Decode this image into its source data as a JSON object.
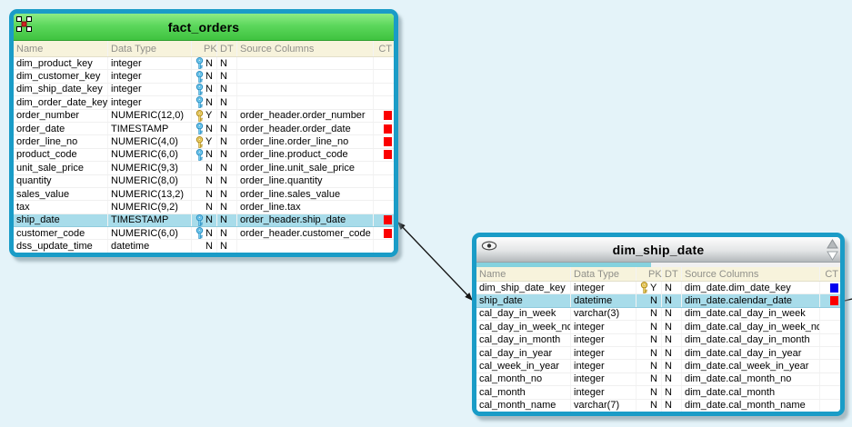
{
  "colors": {
    "canvas_bg": "#e4f3f9",
    "table_border": "#1a9cc7",
    "fact_header_green": "#55d455",
    "dim_header_gray": "#c0c5c8",
    "column_header_bg": "#f7f3dc",
    "highlight_row": "#a8dcea",
    "ct_red": "#fb0000",
    "ct_blue": "#0000f0",
    "connector": "#161616"
  },
  "tables": [
    {
      "title": "fact_orders",
      "kind_icon": "star-schema-icon",
      "column_headers": [
        "Name",
        "Data Type",
        "PK",
        "DT",
        "Source Columns",
        "CT"
      ],
      "rows": [
        {
          "name": "dim_product_key",
          "data_type": "integer",
          "key": "blue",
          "pk": "N",
          "dt": "N",
          "source": "",
          "ct": "",
          "highlighted": false
        },
        {
          "name": "dim_customer_key",
          "data_type": "integer",
          "key": "blue",
          "pk": "N",
          "dt": "N",
          "source": "",
          "ct": "",
          "highlighted": false
        },
        {
          "name": "dim_ship_date_key",
          "data_type": "integer",
          "key": "blue",
          "pk": "N",
          "dt": "N",
          "source": "",
          "ct": "",
          "highlighted": false
        },
        {
          "name": "dim_order_date_key",
          "data_type": "integer",
          "key": "blue",
          "pk": "N",
          "dt": "N",
          "source": "",
          "ct": "",
          "highlighted": false
        },
        {
          "name": "order_number",
          "data_type": "NUMERIC(12,0)",
          "key": "gold",
          "pk": "Y",
          "dt": "N",
          "source": "order_header.order_number",
          "ct": "red",
          "highlighted": false
        },
        {
          "name": "order_date",
          "data_type": "TIMESTAMP",
          "key": "blue",
          "pk": "N",
          "dt": "N",
          "source": "order_header.order_date",
          "ct": "red",
          "highlighted": false
        },
        {
          "name": "order_line_no",
          "data_type": "NUMERIC(4,0)",
          "key": "gold",
          "pk": "Y",
          "dt": "N",
          "source": "order_line.order_line_no",
          "ct": "red",
          "highlighted": false
        },
        {
          "name": "product_code",
          "data_type": "NUMERIC(6,0)",
          "key": "blue",
          "pk": "N",
          "dt": "N",
          "source": "order_line.product_code",
          "ct": "red",
          "highlighted": false
        },
        {
          "name": "unit_sale_price",
          "data_type": "NUMERIC(9,3)",
          "key": "",
          "pk": "N",
          "dt": "N",
          "source": "order_line.unit_sale_price",
          "ct": "",
          "highlighted": false
        },
        {
          "name": "quantity",
          "data_type": "NUMERIC(8,0)",
          "key": "",
          "pk": "N",
          "dt": "N",
          "source": "order_line.quantity",
          "ct": "",
          "highlighted": false
        },
        {
          "name": "sales_value",
          "data_type": "NUMERIC(13,2)",
          "key": "",
          "pk": "N",
          "dt": "N",
          "source": "order_line.sales_value",
          "ct": "",
          "highlighted": false
        },
        {
          "name": "tax",
          "data_type": "NUMERIC(9,2)",
          "key": "",
          "pk": "N",
          "dt": "N",
          "source": "order_line.tax",
          "ct": "",
          "highlighted": false
        },
        {
          "name": "ship_date",
          "data_type": "TIMESTAMP",
          "key": "blue",
          "pk": "N",
          "dt": "N",
          "source": "order_header.ship_date",
          "ct": "red",
          "highlighted": true
        },
        {
          "name": "customer_code",
          "data_type": "NUMERIC(6,0)",
          "key": "blue",
          "pk": "N",
          "dt": "N",
          "source": "order_header.customer_code",
          "ct": "red",
          "highlighted": false
        },
        {
          "name": "dss_update_time",
          "data_type": "datetime",
          "key": "",
          "pk": "N",
          "dt": "N",
          "source": "",
          "ct": "",
          "highlighted": false
        }
      ]
    },
    {
      "title": "dim_ship_date",
      "kind_icon": "eye-icon",
      "column_headers": [
        "Name",
        "Data Type",
        "PK",
        "DT",
        "Source Columns",
        "CT"
      ],
      "scrollbar": {
        "up_arrow": true,
        "down_arrow": true,
        "horizontal_thumb_percent": 48
      },
      "rows": [
        {
          "name": "dim_ship_date_key",
          "data_type": "integer",
          "key": "gold",
          "pk": "Y",
          "dt": "N",
          "source": "dim_date.dim_date_key",
          "ct": "blue",
          "highlighted": false
        },
        {
          "name": "ship_date",
          "data_type": "datetime",
          "key": "",
          "pk": "N",
          "dt": "N",
          "source": "dim_date.calendar_date",
          "ct": "red",
          "highlighted": true
        },
        {
          "name": "cal_day_in_week",
          "data_type": "varchar(3)",
          "key": "",
          "pk": "N",
          "dt": "N",
          "source": "dim_date.cal_day_in_week",
          "ct": "",
          "highlighted": false
        },
        {
          "name": "cal_day_in_week_no",
          "data_type": "integer",
          "key": "",
          "pk": "N",
          "dt": "N",
          "source": "dim_date.cal_day_in_week_no",
          "ct": "",
          "highlighted": false
        },
        {
          "name": "cal_day_in_month",
          "data_type": "integer",
          "key": "",
          "pk": "N",
          "dt": "N",
          "source": "dim_date.cal_day_in_month",
          "ct": "",
          "highlighted": false
        },
        {
          "name": "cal_day_in_year",
          "data_type": "integer",
          "key": "",
          "pk": "N",
          "dt": "N",
          "source": "dim_date.cal_day_in_year",
          "ct": "",
          "highlighted": false
        },
        {
          "name": "cal_week_in_year",
          "data_type": "integer",
          "key": "",
          "pk": "N",
          "dt": "N",
          "source": "dim_date.cal_week_in_year",
          "ct": "",
          "highlighted": false
        },
        {
          "name": "cal_month_no",
          "data_type": "integer",
          "key": "",
          "pk": "N",
          "dt": "N",
          "source": "dim_date.cal_month_no",
          "ct": "",
          "highlighted": false
        },
        {
          "name": "cal_month",
          "data_type": "integer",
          "key": "",
          "pk": "N",
          "dt": "N",
          "source": "dim_date.cal_month",
          "ct": "",
          "highlighted": false
        },
        {
          "name": "cal_month_name",
          "data_type": "varchar(7)",
          "key": "",
          "pk": "N",
          "dt": "N",
          "source": "dim_date.cal_month_name",
          "ct": "",
          "highlighted": false
        }
      ]
    }
  ],
  "relationship": {
    "from_table": "fact_orders",
    "from_column": "ship_date",
    "to_table": "dim_ship_date",
    "to_column": "ship_date"
  }
}
